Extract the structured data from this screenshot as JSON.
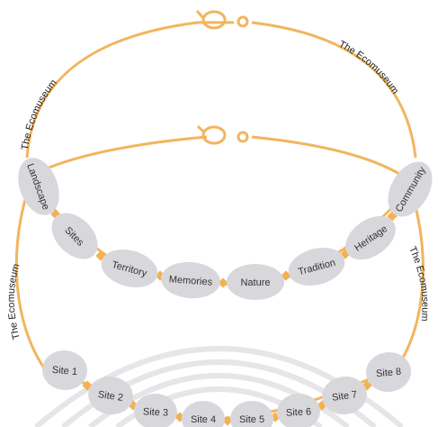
{
  "colors": {
    "wire": "#f2b55e",
    "bead": "#d8d8dc",
    "bead_stroke": "#c9c9ce",
    "spacer": "#f3b24f",
    "text": "#333333",
    "background_arcs": "#e4e4e6"
  },
  "upper_necklace": {
    "left_label": "The Ecomuseum",
    "right_label": "The Ecomuseum",
    "beads": [
      {
        "label": "Landscape"
      },
      {
        "label": "Sites"
      },
      {
        "label": "Territory"
      },
      {
        "label": "Memories"
      },
      {
        "label": "Nature"
      },
      {
        "label": "Tradition"
      },
      {
        "label": "Heritage"
      },
      {
        "label": "Community"
      }
    ]
  },
  "lower_necklace": {
    "left_label": "The Ecomuseum",
    "right_label": "The Ecomuseum",
    "beads": [
      {
        "label": "Site 1"
      },
      {
        "label": "Site 2"
      },
      {
        "label": "Site 3"
      },
      {
        "label": "Site 4"
      },
      {
        "label": "Site 5"
      },
      {
        "label": "Site 6"
      },
      {
        "label": "Site 7"
      },
      {
        "label": "Site 8"
      }
    ]
  }
}
